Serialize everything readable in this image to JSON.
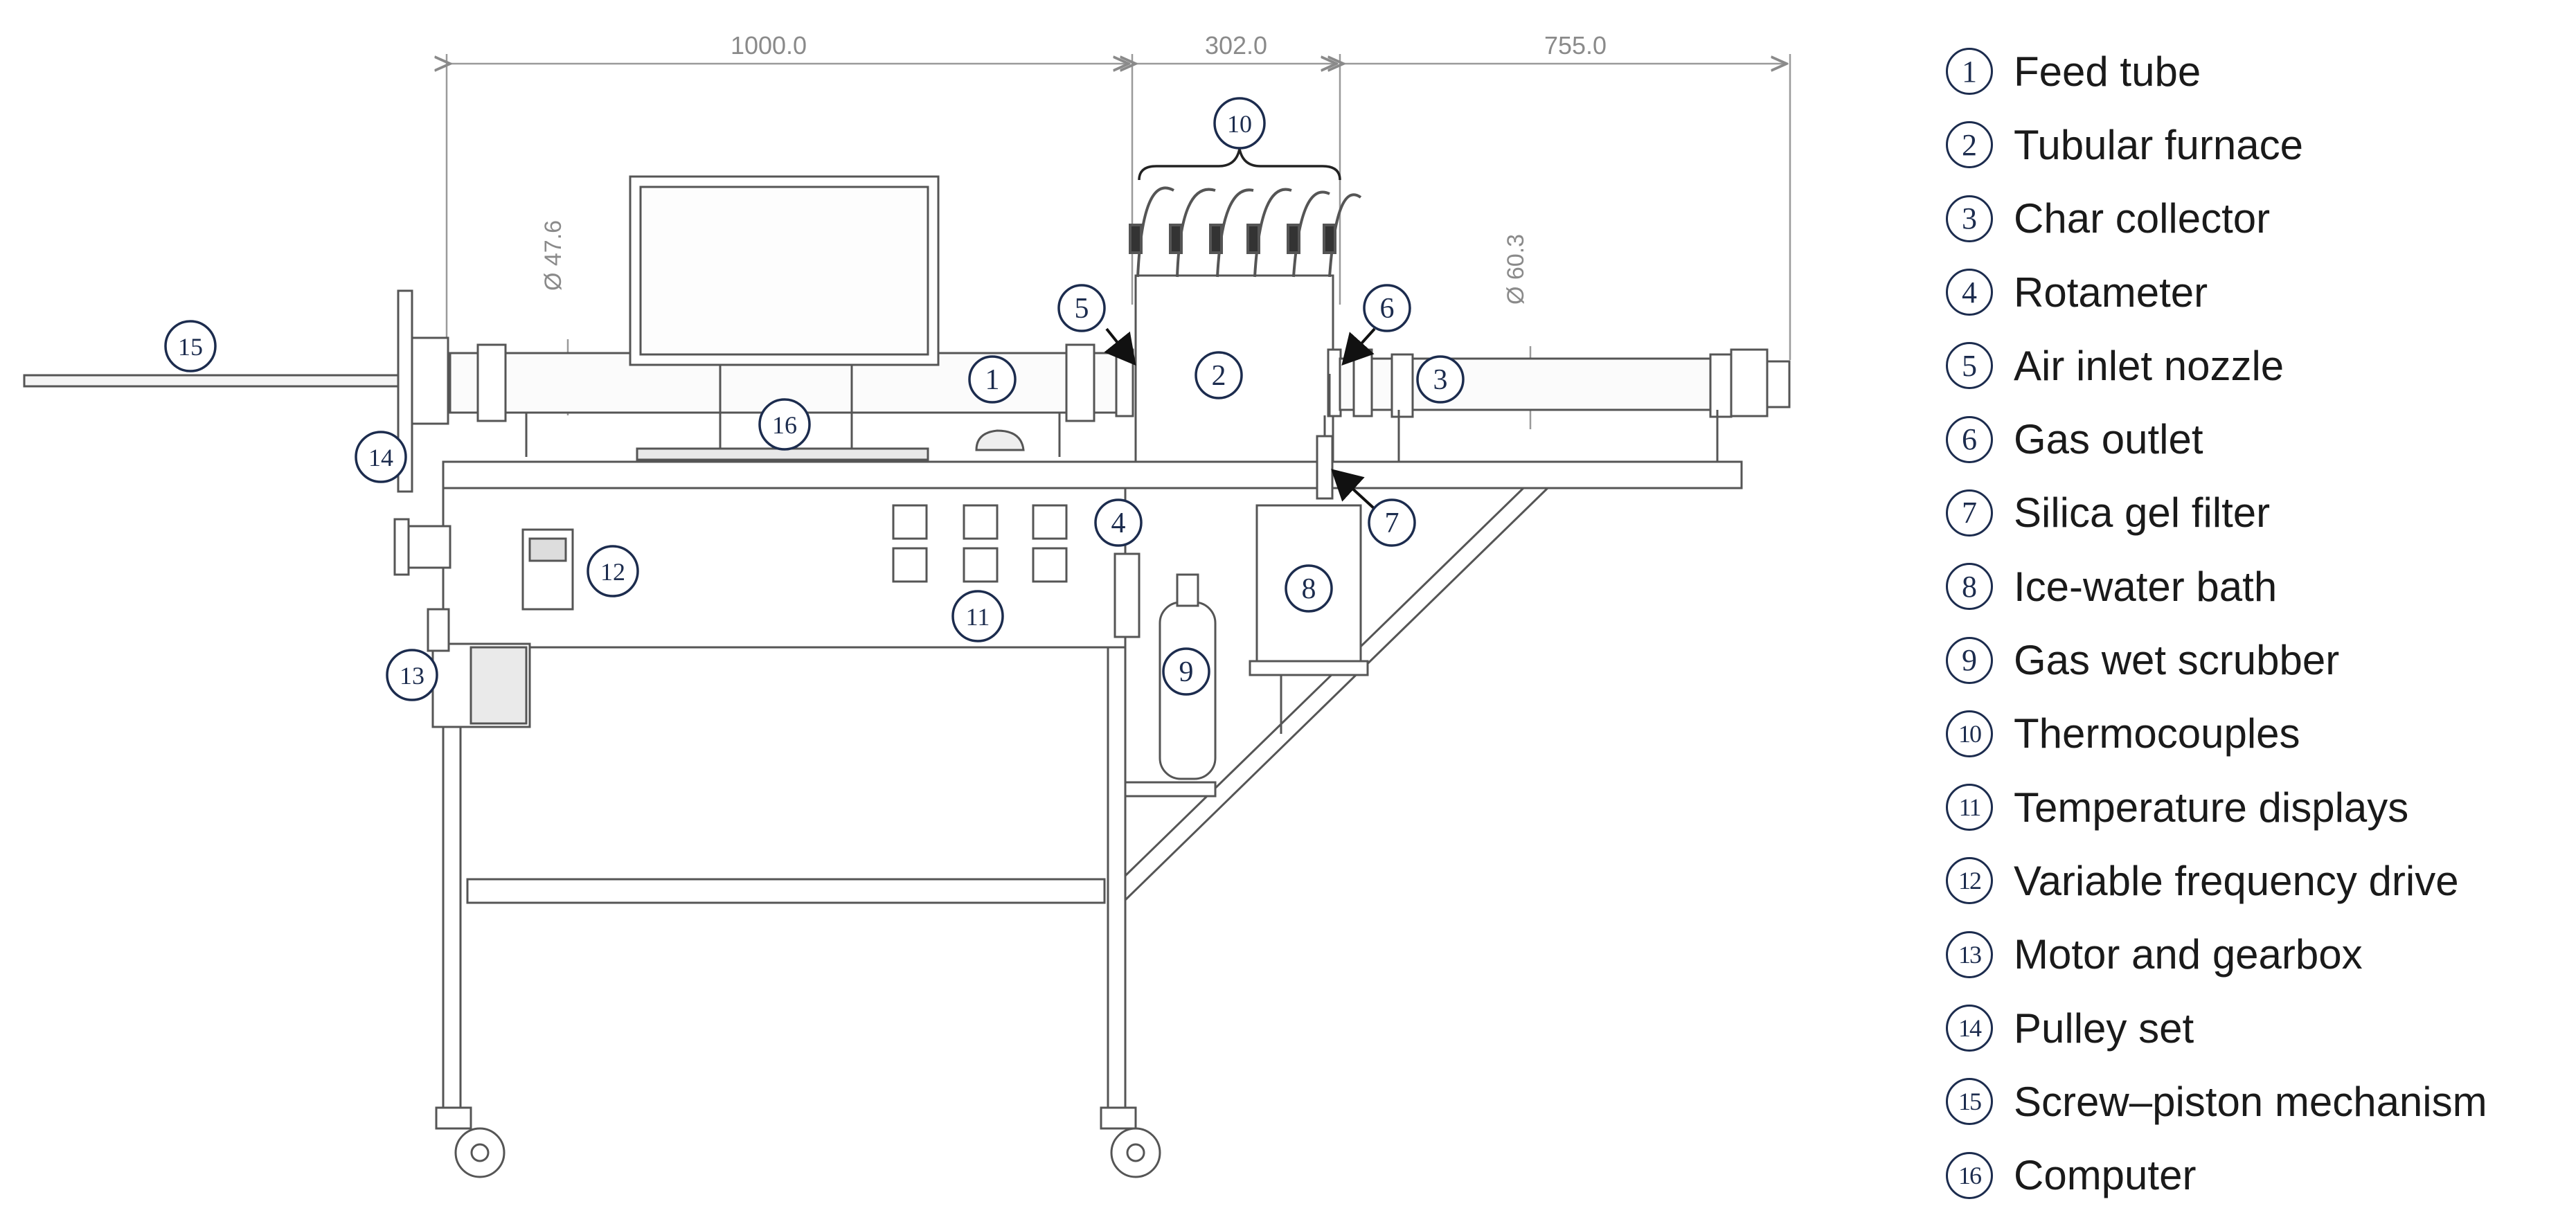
{
  "dimensions": {
    "feed_tube_length": "1000.0",
    "furnace_length": "302.0",
    "collector_length": "755.0",
    "feed_tube_diameter": "Ø 47.6",
    "collector_diameter": "Ø 60.3"
  },
  "legend": [
    {
      "number": "1",
      "label": "Feed tube"
    },
    {
      "number": "2",
      "label": "Tubular furnace"
    },
    {
      "number": "3",
      "label": "Char collector"
    },
    {
      "number": "4",
      "label": "Rotameter"
    },
    {
      "number": "5",
      "label": "Air inlet nozzle"
    },
    {
      "number": "6",
      "label": "Gas outlet"
    },
    {
      "number": "7",
      "label": "Silica gel filter"
    },
    {
      "number": "8",
      "label": "Ice-water bath"
    },
    {
      "number": "9",
      "label": "Gas wet scrubber"
    },
    {
      "number": "10",
      "label": "Thermocouples"
    },
    {
      "number": "11",
      "label": "Temperature displays"
    },
    {
      "number": "12",
      "label": "Variable frequency drive"
    },
    {
      "number": "13",
      "label": "Motor and gearbox"
    },
    {
      "number": "14",
      "label": "Pulley set"
    },
    {
      "number": "15",
      "label": "Screw–piston mechanism"
    },
    {
      "number": "16",
      "label": "Computer"
    }
  ],
  "colors": {
    "line": "#555555",
    "callout": "#1c2c4e",
    "dimension": "#8a8a8a"
  }
}
